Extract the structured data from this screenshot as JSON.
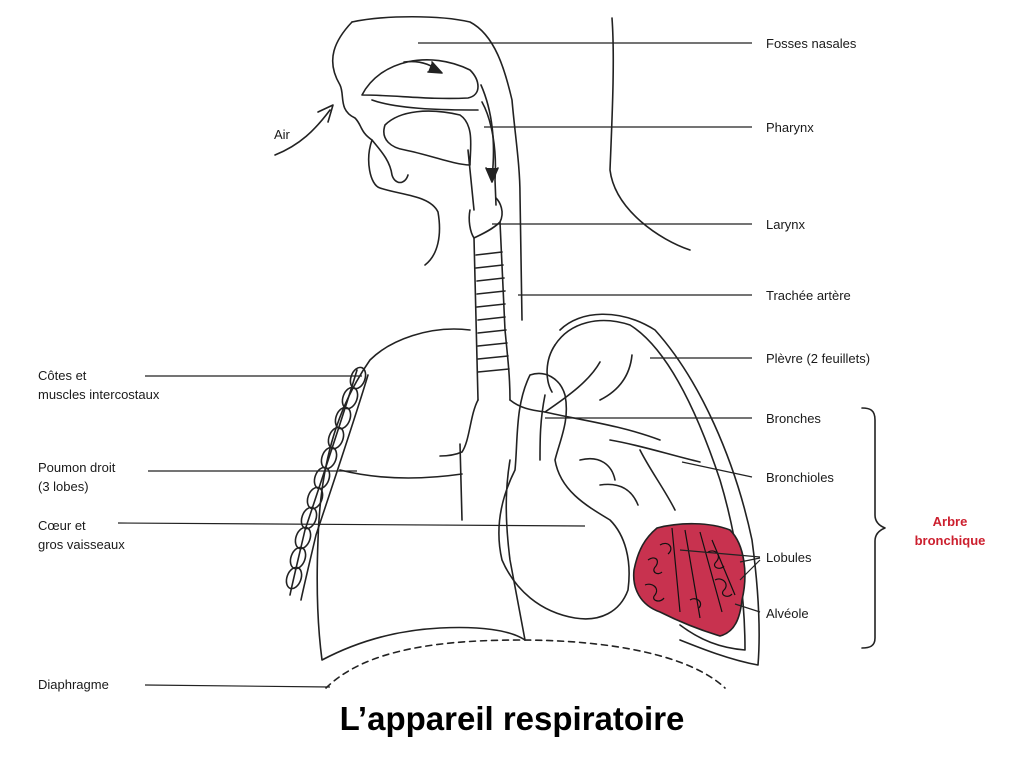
{
  "title": "L’appareil respiratoire",
  "labels": {
    "fosses_nasales": "Fosses nasales",
    "pharynx": "Pharynx",
    "larynx": "Larynx",
    "trachee": "Trachée artère",
    "plevre": "Plèvre (2 feuillets)",
    "bronches": "Bronches",
    "bronchioles": "Bronchioles",
    "lobules": "Lobules",
    "alveole": "Alvéole",
    "air": "Air",
    "cotes_line1": "Côtes et",
    "cotes_line2": "muscles intercostaux",
    "poumon_line1": "Poumon droit",
    "poumon_line2": "(3 lobes)",
    "coeur_line1": "Cœur et",
    "coeur_line2": "gros vaisseaux",
    "diaphragme": "Diaphragme"
  },
  "bracket": {
    "line1": "Arbre",
    "line2": "bronchique"
  },
  "colors": {
    "stroke": "#222222",
    "lobule_fill": "#c8324f",
    "accent_text": "#cc1f2e"
  }
}
